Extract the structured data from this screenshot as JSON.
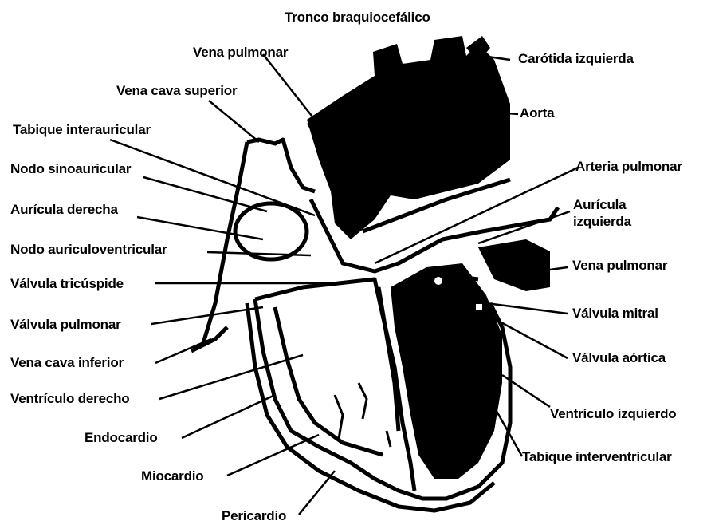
{
  "diagram": {
    "labels": {
      "tronco_braquiocefalico": "Tronco braquiocefálico",
      "vena_pulmonar_top": "Vena pulmonar",
      "carotida_izquierda": "Carótida izquierda",
      "vena_cava_superior": "Vena cava superior",
      "aorta": "Aorta",
      "tabique_interauricular": "Tabique interauricular",
      "nodo_sinoauricular": "Nodo sinoauricular",
      "arteria_pulmonar": "Arteria pulmonar",
      "auricula_derecha": "Aurícula derecha",
      "auricula_izquierda": "Aurícula\nizquierda",
      "nodo_auriculoventricular": "Nodo auriculoventricular",
      "vena_pulmonar_right": "Vena pulmonar",
      "valvula_tricuspide": "Válvula tricúspide",
      "valvula_mitral": "Válvula mitral",
      "valvula_pulmonar": "Válvula pulmonar",
      "valvula_aortica": "Válvula aórtica",
      "vena_cava_inferior": "Vena cava inferior",
      "ventriculo_derecho": "Ventrículo derecho",
      "ventriculo_izquierdo": "Ventrículo izquierdo",
      "endocardio": "Endocardio",
      "tabique_interventricular": "Tabique interventricular",
      "miocardio": "Miocardio",
      "pericardio": "Pericardio"
    },
    "colors": {
      "ink": "#000000",
      "paper": "#ffffff"
    }
  }
}
